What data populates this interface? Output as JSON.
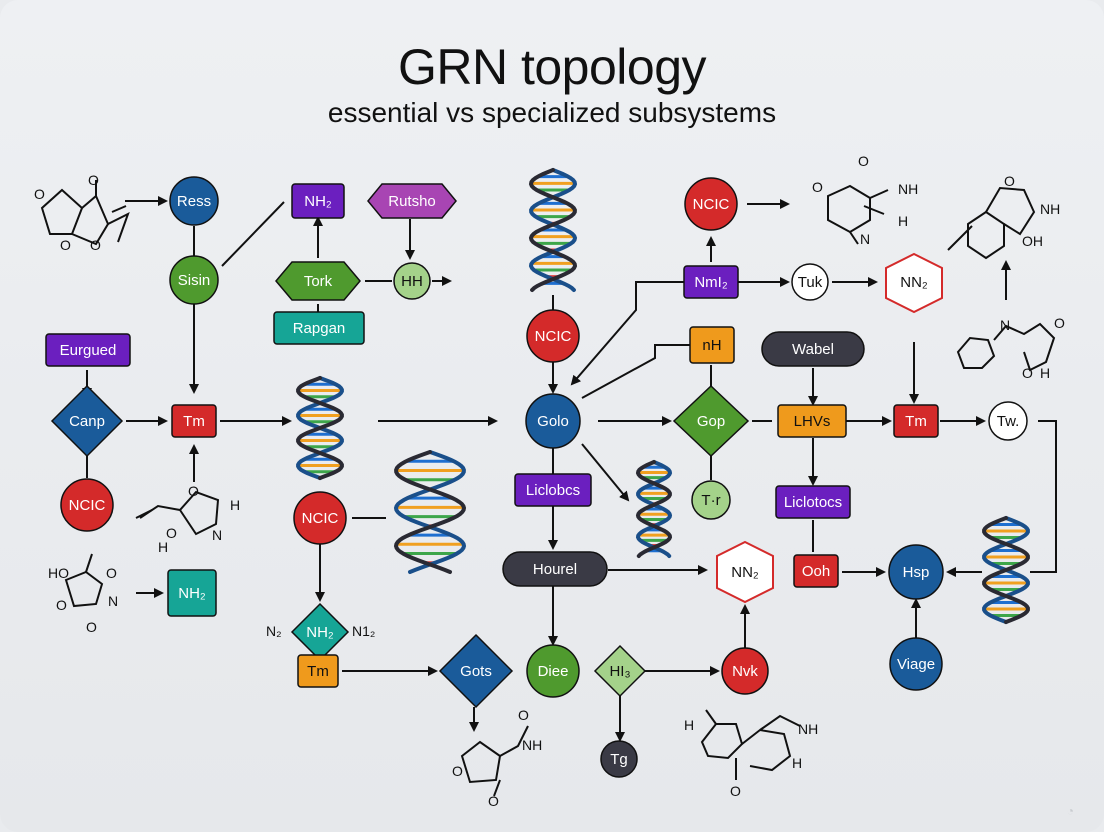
{
  "header": {
    "title": "GRN topology",
    "subtitle": "essential vs specialized subsystems"
  },
  "colors": {
    "blue": "#1a5b9a",
    "green": "#4f9a2e",
    "light_green": "#a4d28a",
    "red": "#d42a2a",
    "purple": "#6b1fbf",
    "magenta": "#a845b3",
    "teal": "#16a596",
    "orange": "#ef9a1c",
    "dark": "#3a3a45",
    "white": "#ffffff"
  },
  "nodes": [
    {
      "id": "ress",
      "label": "Ress",
      "shape": "circle",
      "color": "blue"
    },
    {
      "id": "sisin",
      "label": "Sisin",
      "shape": "circle",
      "color": "green"
    },
    {
      "id": "nh2-purple-top",
      "label": "NH₂",
      "shape": "rect",
      "color": "purple"
    },
    {
      "id": "rutsho",
      "label": "Rutsho",
      "shape": "hexagon",
      "color": "magenta"
    },
    {
      "id": "tork",
      "label": "Tork",
      "shape": "hexagon",
      "color": "green"
    },
    {
      "id": "hh",
      "label": "HH",
      "shape": "circle",
      "color": "light_green"
    },
    {
      "id": "rapgan",
      "label": "Rapgan",
      "shape": "rect",
      "color": "teal"
    },
    {
      "id": "eurgued",
      "label": "Eurgued",
      "shape": "rect",
      "color": "purple"
    },
    {
      "id": "canp",
      "label": "Canp",
      "shape": "diamond",
      "color": "blue"
    },
    {
      "id": "tm-left",
      "label": "Tm",
      "shape": "rect",
      "color": "red"
    },
    {
      "id": "ncic-left",
      "label": "NCIC",
      "shape": "circle",
      "color": "red"
    },
    {
      "id": "nh2-teal",
      "label": "NH₂",
      "shape": "rect",
      "color": "teal"
    },
    {
      "id": "ncic-mid",
      "label": "NCIC",
      "shape": "circle",
      "color": "red"
    },
    {
      "id": "nh2-diamond",
      "label": "NH₂",
      "shape": "diamond",
      "color": "teal"
    },
    {
      "id": "tm-orange",
      "label": "Tm",
      "shape": "rect",
      "color": "orange"
    },
    {
      "id": "ncic-center",
      "label": "NCIC",
      "shape": "circle",
      "color": "red"
    },
    {
      "id": "golo",
      "label": "Golo",
      "shape": "circle",
      "color": "blue"
    },
    {
      "id": "liclobcs",
      "label": "Liclobcs",
      "shape": "rect",
      "color": "purple"
    },
    {
      "id": "hourel",
      "label": "Hourel",
      "shape": "pill",
      "color": "dark"
    },
    {
      "id": "gots",
      "label": "Gots",
      "shape": "diamond",
      "color": "blue"
    },
    {
      "id": "diee",
      "label": "Diee",
      "shape": "circle",
      "color": "green"
    },
    {
      "id": "hi3",
      "label": "HI₃",
      "shape": "diamond",
      "color": "light_green"
    },
    {
      "id": "tg",
      "label": "Tg",
      "shape": "circle",
      "color": "dark"
    },
    {
      "id": "ncic-top",
      "label": "NCIC",
      "shape": "circle",
      "color": "red"
    },
    {
      "id": "nml2",
      "label": "NmI₂",
      "shape": "rect",
      "color": "purple"
    },
    {
      "id": "nh-orange",
      "label": "nH",
      "shape": "rect",
      "color": "orange"
    },
    {
      "id": "gop",
      "label": "Gop",
      "shape": "diamond",
      "color": "green"
    },
    {
      "id": "tor",
      "label": "T·r",
      "shape": "circle",
      "color": "light_green"
    },
    {
      "id": "tuk",
      "label": "Tuk",
      "shape": "circle",
      "color": "white"
    },
    {
      "id": "wabel",
      "label": "Wabel",
      "shape": "pill",
      "color": "dark"
    },
    {
      "id": "lhvs",
      "label": "LHVs",
      "shape": "rect",
      "color": "orange"
    },
    {
      "id": "tm-right",
      "label": "Tm",
      "shape": "rect",
      "color": "red"
    },
    {
      "id": "tw",
      "label": "Tw.",
      "shape": "circle",
      "color": "white"
    },
    {
      "id": "liclotocs",
      "label": "Liclotocs",
      "shape": "rect",
      "color": "purple"
    },
    {
      "id": "ooh",
      "label": "Ooh",
      "shape": "rect",
      "color": "red"
    },
    {
      "id": "hsp",
      "label": "Hsp",
      "shape": "circle",
      "color": "blue"
    },
    {
      "id": "viage",
      "label": "Viage",
      "shape": "circle",
      "color": "blue"
    },
    {
      "id": "nvk",
      "label": "Nvk",
      "shape": "circle",
      "color": "red"
    },
    {
      "id": "nn2-right",
      "label": "NN₂",
      "shape": "hexagon-outline",
      "color": "red"
    },
    {
      "id": "nn2-mid",
      "label": "NN₂",
      "shape": "hexagon-outline",
      "color": "red"
    }
  ],
  "molecule_labels": [
    {
      "id": "m1-o-top",
      "text": "O"
    },
    {
      "id": "m1-o-left",
      "text": "O"
    },
    {
      "id": "m1-o-mid",
      "text": "O"
    },
    {
      "id": "m1-o-bottom",
      "text": "O"
    },
    {
      "id": "m2-o",
      "text": "O"
    },
    {
      "id": "m2-h-top",
      "text": "H"
    },
    {
      "id": "m2-h-left",
      "text": "H"
    },
    {
      "id": "m2-o-left",
      "text": "O"
    },
    {
      "id": "m2-n",
      "text": "N"
    },
    {
      "id": "m3-ho",
      "text": "HO"
    },
    {
      "id": "m3-o1",
      "text": "O"
    },
    {
      "id": "m3-o2",
      "text": "O"
    },
    {
      "id": "m3-n",
      "text": "N"
    },
    {
      "id": "m3-o3",
      "text": "O"
    },
    {
      "id": "n2-left",
      "text": "N₂"
    },
    {
      "id": "n12-right",
      "text": "N1₂"
    },
    {
      "id": "m4-o",
      "text": "O"
    },
    {
      "id": "m4-nh",
      "text": "NH"
    },
    {
      "id": "m4-o2",
      "text": "O"
    },
    {
      "id": "m4-o3",
      "text": "O"
    },
    {
      "id": "m5-o-top",
      "text": "O"
    },
    {
      "id": "m5-nh",
      "text": "NH"
    },
    {
      "id": "m5-o-left",
      "text": "O"
    },
    {
      "id": "m5-h",
      "text": "H"
    },
    {
      "id": "m5-n",
      "text": "N"
    },
    {
      "id": "m6-o",
      "text": "O"
    },
    {
      "id": "m6-nh",
      "text": "NH"
    },
    {
      "id": "m6-oh",
      "text": "OH"
    },
    {
      "id": "m7-n",
      "text": "N"
    },
    {
      "id": "m7-o",
      "text": "O"
    },
    {
      "id": "m7-oh",
      "text": "O"
    },
    {
      "id": "m7-h",
      "text": "H"
    },
    {
      "id": "m8-h",
      "text": "H"
    },
    {
      "id": "m8-nh",
      "text": "NH"
    },
    {
      "id": "m8-h2",
      "text": "H"
    },
    {
      "id": "m8-o",
      "text": "O"
    }
  ]
}
